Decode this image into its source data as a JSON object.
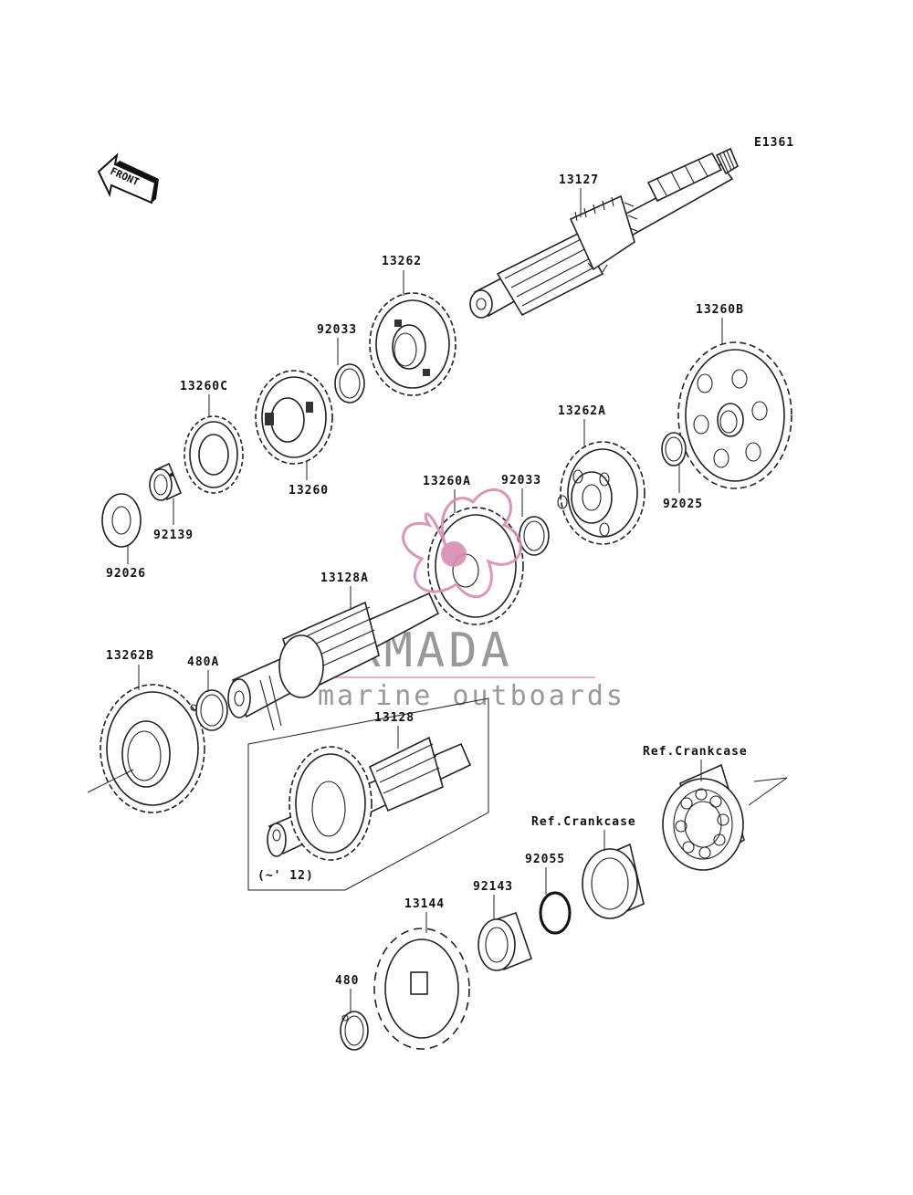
{
  "diagram": {
    "code": "E1361",
    "front_label": "FRONT",
    "watermark": {
      "title": "ARMADA",
      "subtitle": "marine outboards",
      "accent": "#d98bb0",
      "text_color": "#8f8f8f"
    },
    "labels": {
      "p13127": "13127",
      "p13262": "13262",
      "p92033a": "92033",
      "p13260c": "13260C",
      "p13260": "13260",
      "p92139": "92139",
      "p92026": "92026",
      "p13260b": "13260B",
      "p13262a": "13262A",
      "p92025": "92025",
      "p92033b": "92033",
      "p13260a": "13260A",
      "p13128a": "13128A",
      "p13262b": "13262B",
      "p480a": "480A",
      "p13128": "13128",
      "p12": "(~' 12)",
      "crankcase1": "Ref.Crankcase",
      "crankcase2": "Ref.Crankcase",
      "p92055": "92055",
      "p92143": "92143",
      "p13144": "13144",
      "p480": "480"
    }
  }
}
